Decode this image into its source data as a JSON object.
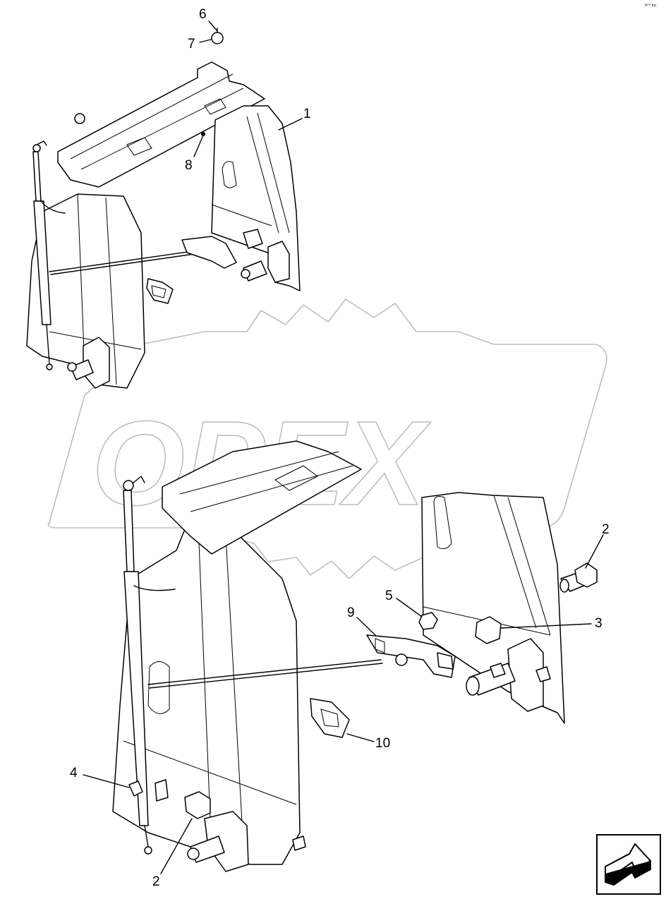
{
  "watermark": {
    "text": "OPEX"
  },
  "corner_mark": "©™ inc",
  "callouts": [
    {
      "id": "c1",
      "label": "1"
    },
    {
      "id": "c8",
      "label": "8"
    },
    {
      "id": "c6",
      "label": "6"
    },
    {
      "id": "c7",
      "label": "7"
    },
    {
      "id": "c2a",
      "label": "2"
    },
    {
      "id": "c3",
      "label": "3"
    },
    {
      "id": "c5",
      "label": "5"
    },
    {
      "id": "c9",
      "label": "9"
    },
    {
      "id": "c10",
      "label": "10"
    },
    {
      "id": "c4",
      "label": "4"
    },
    {
      "id": "c2b",
      "label": "2"
    }
  ],
  "nav": {
    "icon": "next-page-arrow-icon"
  }
}
